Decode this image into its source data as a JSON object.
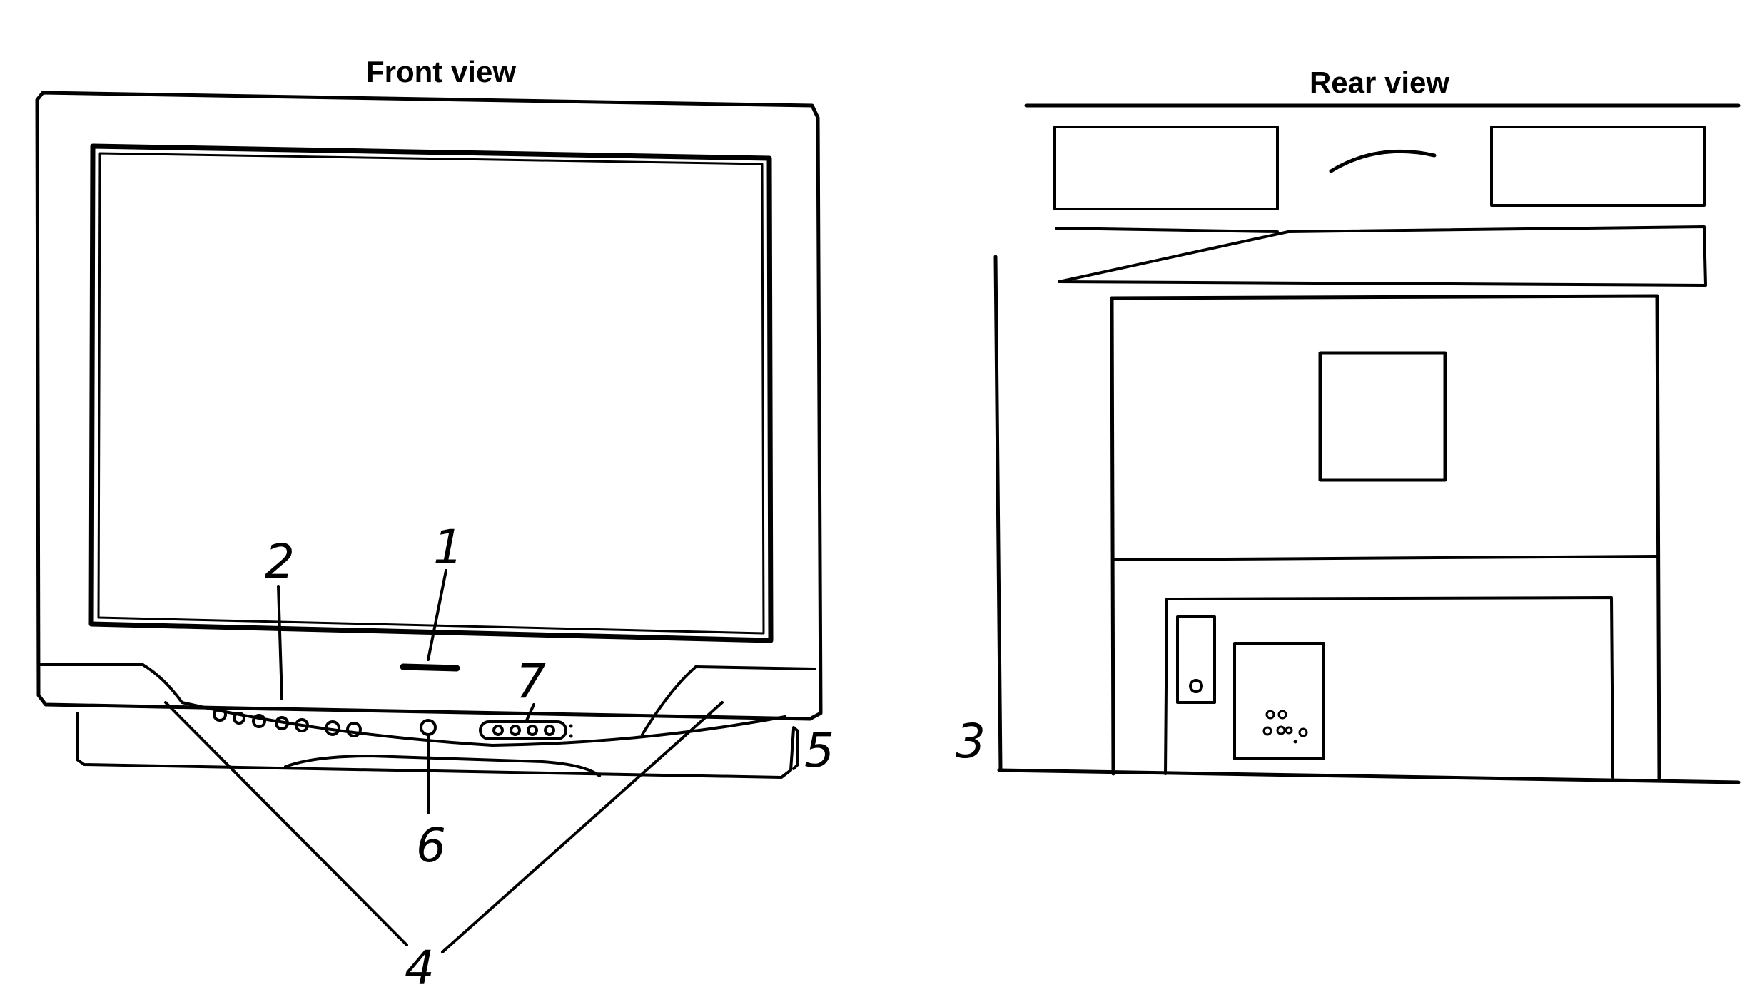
{
  "front_view": {
    "title": "Front view",
    "callouts": [
      "1",
      "2",
      "4",
      "5",
      "6",
      "7"
    ]
  },
  "rear_view": {
    "title": "Rear view",
    "callouts": [
      "3"
    ]
  },
  "colors": {
    "ink": "#000000",
    "paper": "#ffffff"
  }
}
